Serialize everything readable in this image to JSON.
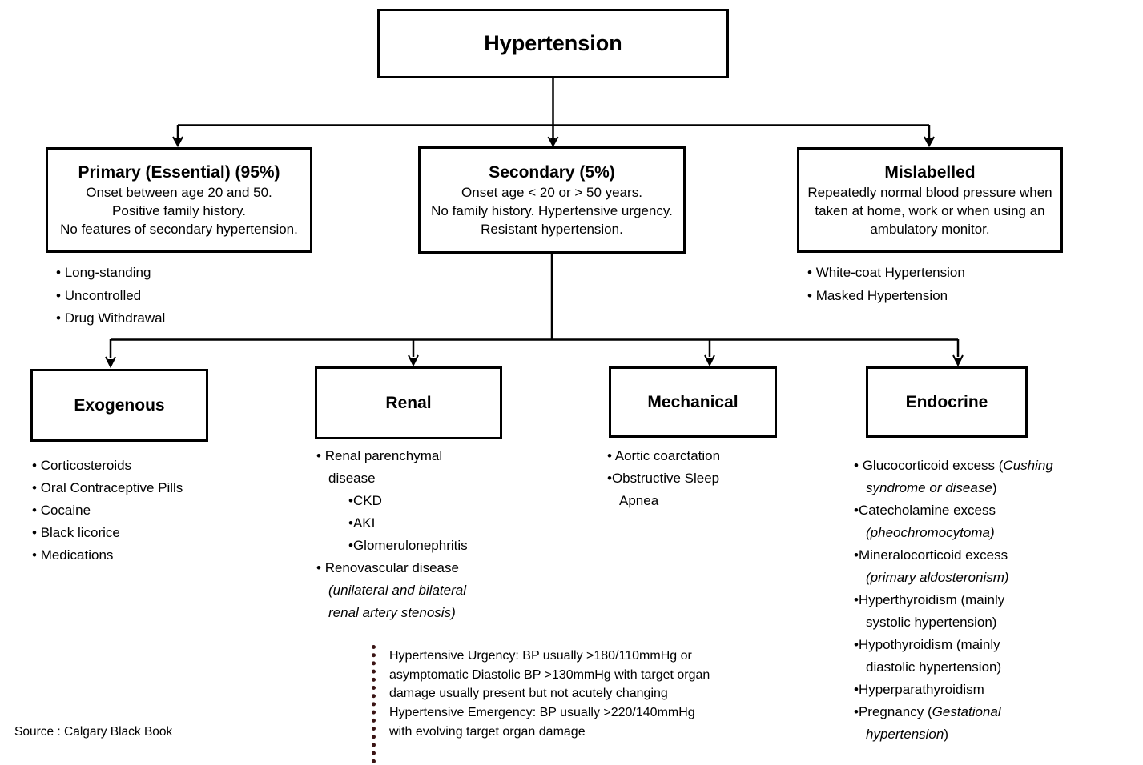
{
  "colors": {
    "text": "#000000",
    "background": "#ffffff",
    "line": "#000000",
    "dotted_divider": "#3a1414"
  },
  "root": {
    "title": "Hypertension"
  },
  "primary": {
    "title": "Primary (Essential) (95%)",
    "lines": [
      "Onset between age 20 and 50.",
      "Positive family history.",
      "No features of secondary hypertension."
    ],
    "items": [
      "Long-standing",
      "Uncontrolled",
      "Drug Withdrawal"
    ]
  },
  "secondary": {
    "title": "Secondary (5%)",
    "lines": [
      "Onset age < 20 or > 50 years.",
      "No family history. Hypertensive urgency.",
      "Resistant hypertension."
    ]
  },
  "mislabelled": {
    "title": "Mislabelled",
    "lines": [
      "Repeatedly normal blood pressure when",
      "taken at home, work or when using an",
      "ambulatory monitor."
    ],
    "items": [
      "White-coat Hypertension",
      "Masked Hypertension"
    ]
  },
  "exogenous": {
    "title": "Exogenous",
    "items": [
      "Corticosteroids",
      "Oral Contraceptive Pills",
      "Cocaine",
      "Black licorice",
      "Medications"
    ]
  },
  "renal": {
    "title": "Renal",
    "items": [
      {
        "b": "• ",
        "parts": [
          {
            "t": "Renal parenchymal\ndisease"
          }
        ]
      },
      {
        "b": "•",
        "sub": true,
        "parts": [
          {
            "t": "CKD"
          }
        ]
      },
      {
        "b": "•",
        "sub": true,
        "parts": [
          {
            "t": "AKI"
          }
        ]
      },
      {
        "b": "•",
        "sub": true,
        "parts": [
          {
            "t": "Glomerulonephritis"
          }
        ]
      },
      {
        "b": "• ",
        "parts": [
          {
            "t": "Renovascular disease\n"
          },
          {
            "t": "(unilateral and bilateral\nrenal artery stenosis)",
            "i": true
          }
        ]
      }
    ]
  },
  "mechanical": {
    "title": "Mechanical",
    "items": [
      {
        "b": "• ",
        "parts": [
          {
            "t": "Aortic coarctation"
          }
        ]
      },
      {
        "b": "•",
        "parts": [
          {
            "t": "Obstructive Sleep\nApnea"
          }
        ]
      }
    ]
  },
  "endocrine": {
    "title": "Endocrine",
    "items": [
      {
        "b": "• ",
        "parts": [
          {
            "t": "Glucocorticoid excess ("
          },
          {
            "t": "Cushing\nsyndrome or disease",
            "i": true
          },
          {
            "t": ")"
          }
        ]
      },
      {
        "b": "•",
        "parts": [
          {
            "t": "Catecholamine excess\n"
          },
          {
            "t": "(pheochromocytoma)",
            "i": true
          }
        ]
      },
      {
        "b": "•",
        "parts": [
          {
            "t": "Mineralocorticoid excess\n"
          },
          {
            "t": "(primary aldosteronism)",
            "i": true
          }
        ]
      },
      {
        "b": "•",
        "parts": [
          {
            "t": "Hyperthyroidism (mainly\nsystolic hypertension)"
          }
        ]
      },
      {
        "b": "•",
        "parts": [
          {
            "t": "Hypothyroidism (mainly\ndiastolic hypertension)"
          }
        ]
      },
      {
        "b": "•",
        "parts": [
          {
            "t": "Hyperparathyroidism"
          }
        ]
      },
      {
        "b": "•",
        "parts": [
          {
            "t": "Pregnancy ("
          },
          {
            "t": "Gestational\nhypertension",
            "i": true
          },
          {
            "t": ")"
          }
        ]
      }
    ]
  },
  "note": {
    "lines": [
      "Hypertensive Urgency: BP usually >180/110mmHg or",
      "asymptomatic Diastolic BP >130mmHg with target organ",
      "damage usually present but not acutely changing",
      "Hypertensive Emergency: BP usually >220/140mmHg",
      "with evolving target organ damage"
    ]
  },
  "source": {
    "label": "Source : Calgary Black Book"
  }
}
